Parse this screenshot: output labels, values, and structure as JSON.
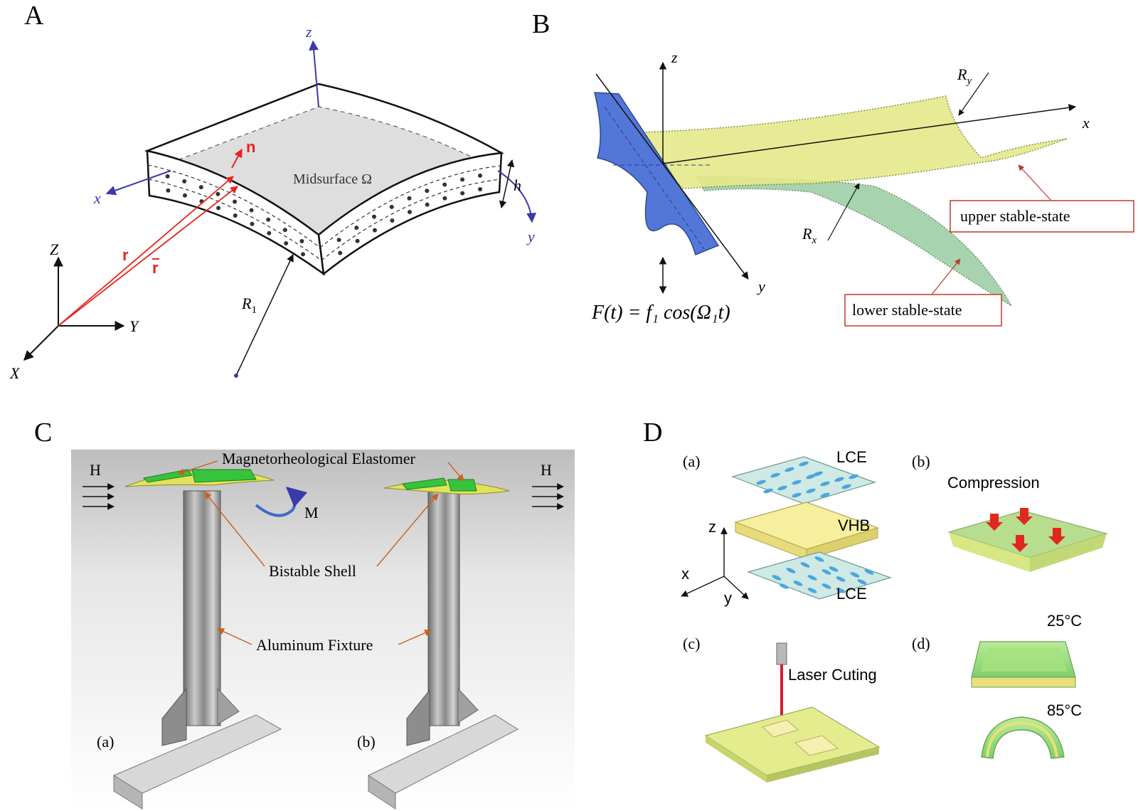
{
  "panels": {
    "a": {
      "letter": "A",
      "axis_z": "z",
      "axis_x": "x",
      "axis_y": "y",
      "label_h": "h",
      "normal": "n",
      "midsurface": "Midsurface Ω",
      "vec_r": "r",
      "vec_rbar": "r",
      "global_Z": "Z",
      "global_X": "X",
      "global_Y": "Y",
      "radius": "R",
      "radius_sub": "1"
    },
    "b": {
      "letter": "B",
      "axis_z": "z",
      "axis_x": "x",
      "axis_y": "y",
      "ry": "R",
      "ry_sub": "y",
      "rx": "R",
      "rx_sub": "x",
      "upper": "upper stable-state",
      "lower": "lower stable-state",
      "force": "F(t) = f₁ cos(Ω₁t)"
    },
    "c": {
      "letter": "C",
      "mre": "Magnetorheological Elastomer",
      "shell": "Bistable Shell",
      "fixture": "Aluminum Fixture",
      "field_left": "H",
      "field_right": "H",
      "moment": "M",
      "sub_a": "(a)",
      "sub_b": "(b)"
    },
    "d": {
      "letter": "D",
      "sub_a": "(a)",
      "sub_b": "(b)",
      "sub_c": "(c)",
      "sub_d": "(d)",
      "lce_top": "LCE",
      "vhb": "VHB",
      "lce_bottom": "LCE",
      "ax_z": "z",
      "ax_x": "x",
      "ax_y": "y",
      "compression": "Compression",
      "laser": "Laser Cuting",
      "t25": "25°C",
      "t85": "85°C"
    }
  },
  "colors": {
    "axis_blue": "#3a3aa8",
    "vector_red": "#e8231d",
    "shell_blue": "#4a6fd8",
    "shell_yellow": "#e6e98a",
    "shell_green": "#8fc9a0",
    "mre_green": "#37c43d",
    "annot_orange": "#c8601e",
    "box_red": "#c0392b",
    "layer_yellow": "#f4e98c",
    "layer_green": "#9be07a",
    "laser_red": "#d21f2d",
    "lce_dash": "#4aa6df"
  }
}
